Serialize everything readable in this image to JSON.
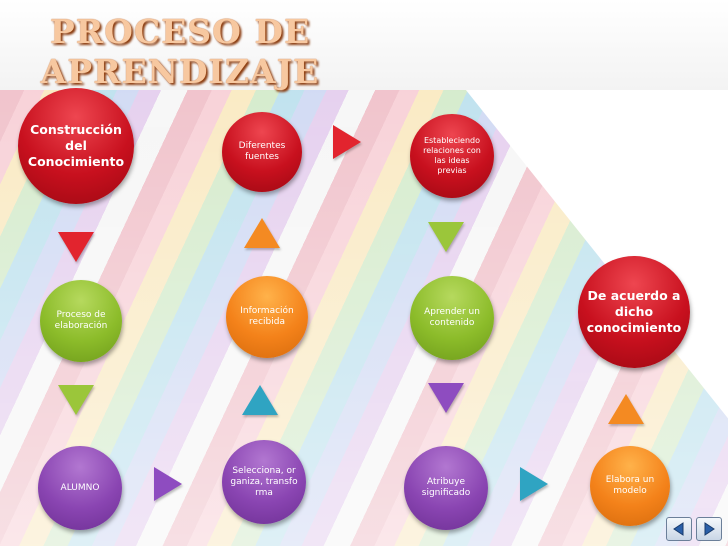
{
  "title": {
    "line1": "PROCESO DE",
    "line2": "APRENDIZAJE"
  },
  "nodes": {
    "construccion": "Construcción del Conocimiento",
    "diferentes_fuentes": "Diferentes fuentes",
    "estableciendo": "Estableciendo relaciones con las ideas previas",
    "proceso_elaboracion": "Proceso de elaboración",
    "informacion_recibida": "Información recibida",
    "aprender_contenido": "Aprender un contenido",
    "de_acuerdo": "De acuerdo a dicho conocimiento",
    "alumno": "ALUMNO",
    "selecciona": "Selecciona, or ganiza, transfo rma",
    "atribuye": "Atribuye significado",
    "elabora": "Elabora un modelo"
  },
  "colors": {
    "red": "#c8101e",
    "orange": "#f4821a",
    "green": "#8cbc2a",
    "purple": "#8a45b2",
    "teal": "#2fa4c2",
    "title": "#f7c8a0"
  },
  "icons": {
    "nav_back": "triangle-left-icon",
    "nav_next": "triangle-right-icon"
  }
}
